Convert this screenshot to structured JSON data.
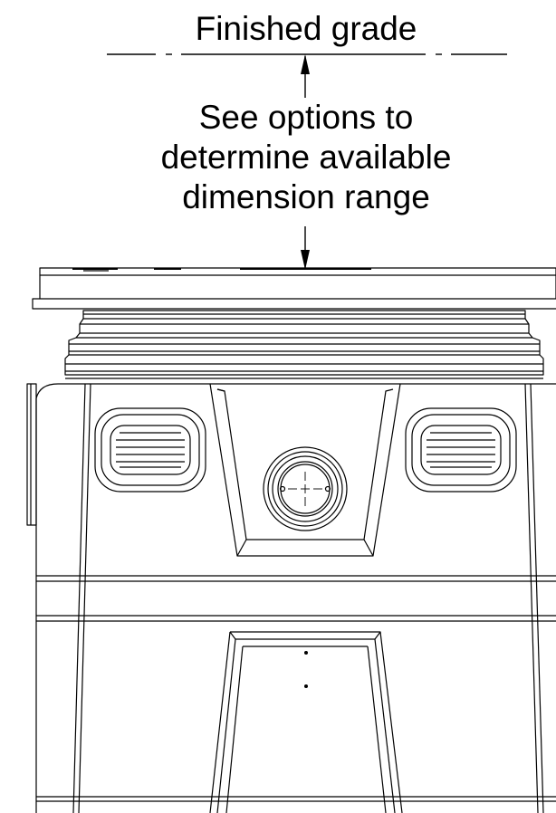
{
  "labels": {
    "finished_grade": "Finished grade",
    "note_lines": [
      "See options to",
      "determine available",
      "dimension range"
    ]
  },
  "colors": {
    "line": "#000000",
    "background": "#ffffff"
  }
}
